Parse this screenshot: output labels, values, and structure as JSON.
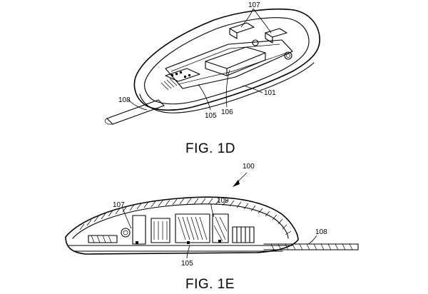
{
  "figures": [
    {
      "caption": "FIG. 1D",
      "reference_numerals": [
        "107",
        "108",
        "101",
        "105",
        "106"
      ]
    },
    {
      "caption": "FIG. 1E",
      "reference_numerals": [
        "100",
        "107",
        "109",
        "108",
        "105"
      ]
    }
  ],
  "fig1d": {
    "caption": "FIG. 1D",
    "ref_107": "107",
    "ref_108": "108",
    "ref_101": "101",
    "ref_105": "105",
    "ref_106": "106"
  },
  "fig1e": {
    "caption": "FIG. 1E",
    "ref_100": "100",
    "ref_107": "107",
    "ref_109": "109",
    "ref_108": "108",
    "ref_105": "105"
  }
}
